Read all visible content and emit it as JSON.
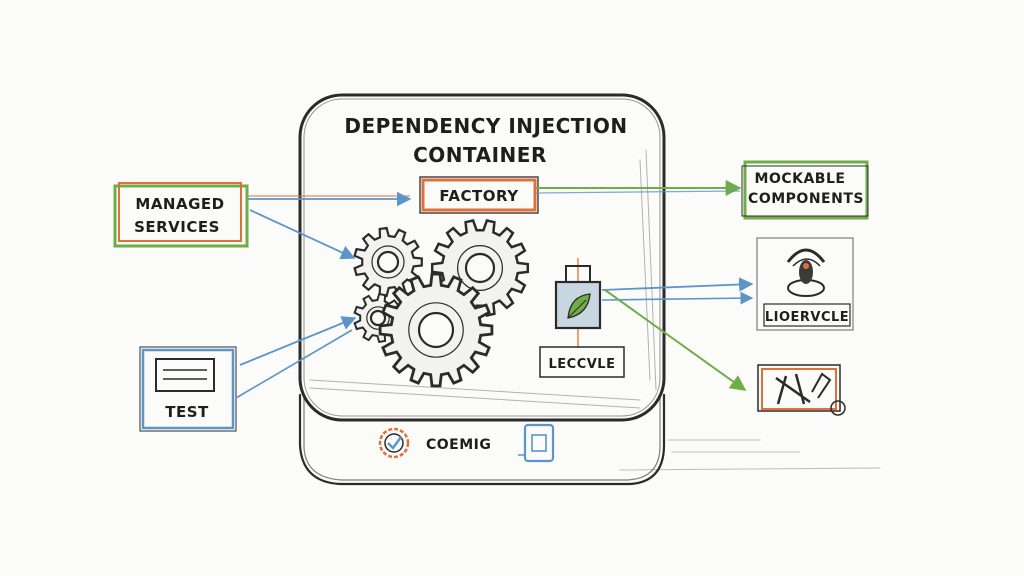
{
  "container": {
    "title_line1": "DEPENDENCY INJECTION",
    "title_line2": "CONTAINER"
  },
  "factory": {
    "label": "FACTORY"
  },
  "managed_services": {
    "line1": "MANAGED",
    "line2": "SERVICES"
  },
  "test": {
    "label": "TEST"
  },
  "mockable": {
    "line1": "MOCKABLE",
    "line2": "COMPONENTS"
  },
  "lifecycle_inner": {
    "label": "LECCVLE"
  },
  "lifecycle_outer": {
    "label": "LIOERVCLE"
  },
  "config": {
    "label": "COEMIG"
  },
  "colors": {
    "orange": "#e0703a",
    "green": "#6fae45",
    "blue": "#5d95c9",
    "pencil": "#2b2b2b"
  },
  "icons": [
    "gear-icon",
    "document-icon",
    "lock-icon",
    "leaf-icon",
    "tools-icon",
    "config-gear-icon"
  ]
}
